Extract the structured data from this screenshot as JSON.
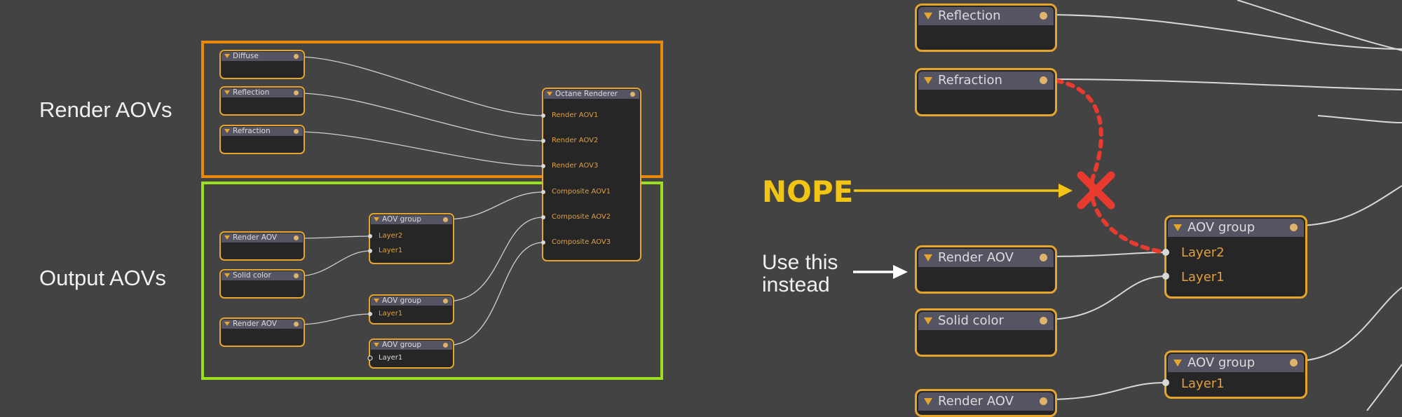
{
  "colors": {
    "background": "#434343",
    "node_border": "#e6a52c",
    "pin_text": "#e0a040",
    "render_frame": "#e98a0c",
    "output_frame": "#9be01c",
    "nope": "#f2c414",
    "cross": "#e83a2e"
  },
  "left": {
    "render_label": "Render AOVs",
    "output_label": "Output AOVs",
    "nodes": {
      "diffuse": "Diffuse",
      "reflection": "Reflection",
      "refraction": "Refraction",
      "octane": {
        "title": "Octane Renderer",
        "pins": [
          "Render AOV1",
          "Render AOV2",
          "Render AOV3",
          "Composite AOV1",
          "Composite AOV2",
          "Composite AOV3"
        ]
      },
      "render_aov_1": "Render AOV",
      "solid_color": "Solid color",
      "render_aov_2": "Render AOV",
      "aov_group_1": {
        "title": "AOV group",
        "pins": [
          "Layer2",
          "Layer1"
        ]
      },
      "aov_group_2": {
        "title": "AOV group",
        "pins": [
          "Layer1"
        ]
      },
      "aov_group_3": {
        "title": "AOV group",
        "pins": [
          "Layer1"
        ]
      }
    }
  },
  "right": {
    "nope_label": "NOPE",
    "use_this_line1": "Use this",
    "use_this_line2": "instead",
    "nodes": {
      "reflection": "Reflection",
      "refraction": "Refraction",
      "render_aov_1": "Render AOV",
      "solid_color": "Solid color",
      "render_aov_2": "Render AOV",
      "aov_group_1": {
        "title": "AOV group",
        "pins": [
          "Layer2",
          "Layer1"
        ]
      },
      "aov_group_2": {
        "title": "AOV group",
        "pins": [
          "Layer1"
        ]
      }
    }
  }
}
